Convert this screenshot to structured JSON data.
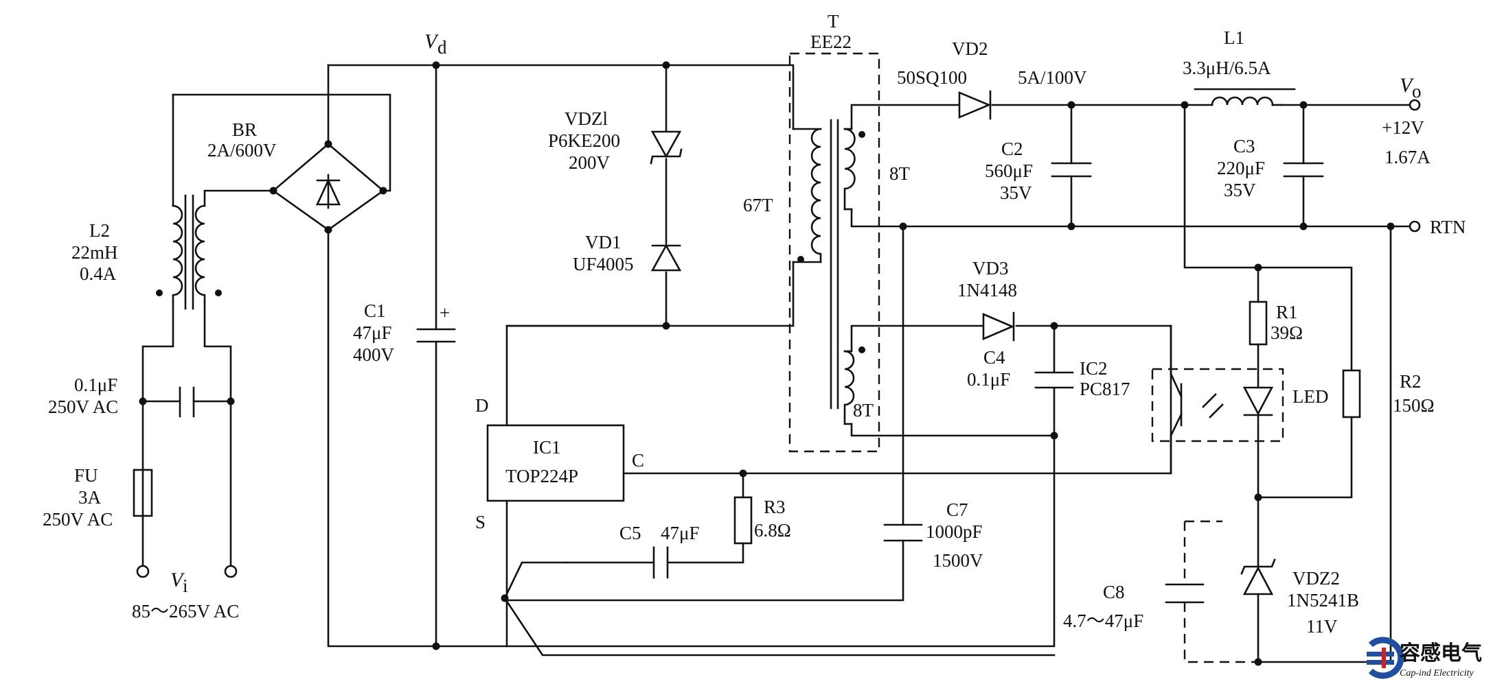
{
  "nodes": {
    "vd": "V",
    "vd_sub": "d",
    "vi": "V",
    "vi_sub": "i",
    "vi_range": "85～265V AC",
    "vo": "V",
    "vo_sub": "o",
    "vo_spec": "+12V",
    "vo_current": "1.67A",
    "rtn": "RTN"
  },
  "components": {
    "br": {
      "name": "BR",
      "value": "2A/600V"
    },
    "l2": {
      "name": "L2",
      "value": "22mH",
      "rating": "0.4A"
    },
    "cx": {
      "value": "0.1μF",
      "rating": "250V AC"
    },
    "fu": {
      "name": "FU",
      "value": "3A",
      "rating": "250V AC"
    },
    "c1": {
      "name": "C1",
      "value": "47μF",
      "rating": "400V",
      "polarity": "+"
    },
    "vdz1": {
      "name": "VDZl",
      "part": "P6KE200",
      "rating": "200V"
    },
    "vd1": {
      "name": "VD1",
      "part": "UF4005"
    },
    "t": {
      "name": "T",
      "core": "EE22",
      "primary": "67T",
      "secondary": "8T",
      "bias": "8T"
    },
    "vd2": {
      "name": "VD2",
      "part": "50SQ100",
      "rating": "5A/100V"
    },
    "l1": {
      "name": "L1",
      "value": "3.3μH/6.5A"
    },
    "c2": {
      "name": "C2",
      "value": "560μF",
      "rating": "35V"
    },
    "c3": {
      "name": "C3",
      "value": "220μF",
      "rating": "35V"
    },
    "vd3": {
      "name": "VD3",
      "part": "1N4148"
    },
    "c4": {
      "name": "C4",
      "value": "0.1μF"
    },
    "ic2": {
      "name": "IC2",
      "part": "PC817",
      "led": "LED"
    },
    "r1": {
      "name": "R1",
      "value": "39Ω"
    },
    "r2": {
      "name": "R2",
      "value": "150Ω"
    },
    "ic1": {
      "name": "IC1",
      "part": "TOP224P",
      "pin_d": "D",
      "pin_c": "C",
      "pin_s": "S"
    },
    "r3": {
      "name": "R3",
      "value": "6.8Ω"
    },
    "c5": {
      "name": "C5",
      "value": "47μF"
    },
    "c7": {
      "name": "C7",
      "value": "1000pF",
      "rating": "1500V"
    },
    "c8": {
      "name": "C8",
      "value": "4.7～47μF"
    },
    "vdz2": {
      "name": "VDZ2",
      "part": "1N5241B",
      "rating": "11V"
    }
  },
  "watermark": {
    "cn": "容感电气",
    "en": "Cap-ind Electricity"
  },
  "colors": {
    "ink": "#111111",
    "logo_blue": "#1f4fa3",
    "logo_red": "#d62020"
  }
}
